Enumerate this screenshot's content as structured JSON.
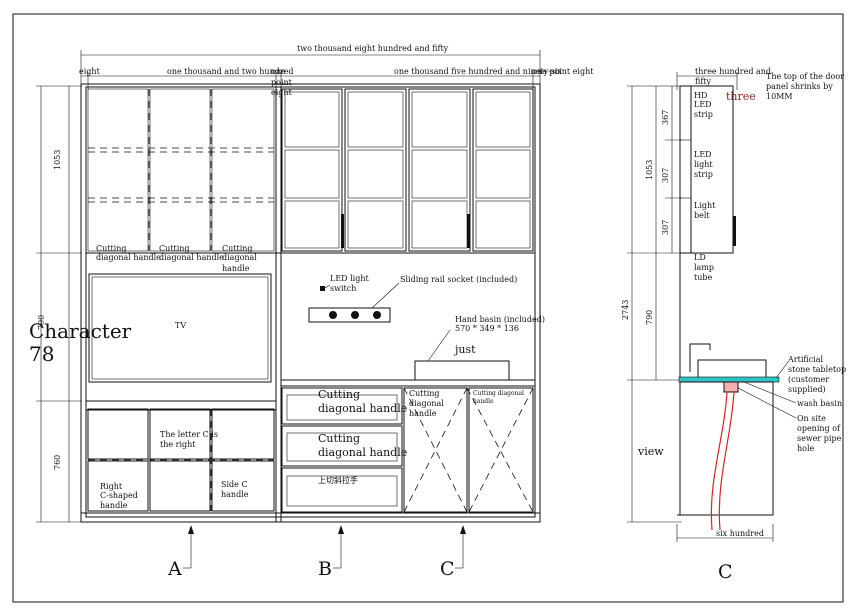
{
  "front": {
    "dim_total": "two thousand eight hundred and fifty",
    "dim_eight": "eight",
    "dim_1200": "one thousand and two hundred",
    "dim_one": "one",
    "dim_point": "point",
    "dim_eight_b": "eight",
    "dim_1596": "one thousand five hundred and ninety-six",
    "dim_1_8": "one point eight",
    "h_1053": "1053",
    "h_790": "790",
    "h_760": "760",
    "char_text": "Character",
    "char_num": "78",
    "handle_1_a": "Cutting",
    "handle_1_b": "diagonal handle",
    "handle_2_a": "Cutting",
    "handle_2_b": "diagonal handle",
    "handle_3_a": "Cutting",
    "handle_3_b": "diagonal",
    "handle_3_c": "handle",
    "tv": "TV",
    "led_switch_a": "LED light",
    "led_switch_b": "switch",
    "rail_socket": "Sliding rail socket (included)",
    "basin_a": "Hand basin (included)",
    "basin_b": "570 * 349 * 136",
    "just": "just",
    "drawer_1_a": "Cutting",
    "drawer_1_b": "diagonal handle",
    "drawer_2_a": "Cutting",
    "drawer_2_b": "diagonal handle",
    "drawer_3": "上切斜拉手",
    "door_c_a": "Cutting",
    "door_c_b": "diagonal",
    "door_c_c": "handle",
    "door_d_a": "Cutting diagonal",
    "door_d_b": "handle",
    "letter_c_a": "The letter C is",
    "letter_c_b": "the right",
    "right_c_a": "Right",
    "right_c_b": "C-shaped",
    "right_c_c": "handle",
    "side_c_a": "Side C",
    "side_c_b": "handle",
    "sec_a": "A",
    "sec_b": "B",
    "sec_c": "C"
  },
  "side": {
    "dim_350_a": "three hundred and",
    "dim_350_b": "fifty",
    "top_note_a": "The top of the door",
    "top_note_b": "panel shrinks by",
    "top_note_c": "10MM",
    "three": "three",
    "hd_a": "HD",
    "hd_b": "LED",
    "hd_c": "strip",
    "led_a": "LED",
    "led_b": "light",
    "led_c": "strip",
    "belt_a": "Light",
    "belt_b": "belt",
    "ld_a": "LD",
    "ld_b": "lamp",
    "ld_c": "tube",
    "h_367": "367",
    "h_307a": "307",
    "h_307b": "307",
    "h_1053": "1053",
    "h_790": "790",
    "h_2743": "2743",
    "stone_a": "Artificial",
    "stone_b": "stone tabletop",
    "stone_c": "(customer",
    "stone_d": "supplied)",
    "wash": "wash basin",
    "sewer_a": "On site",
    "sewer_b": "opening of",
    "sewer_c": "sewer pipe",
    "sewer_d": "hole",
    "view": "view",
    "dim_600": "six hundred",
    "sec_c": "C"
  }
}
